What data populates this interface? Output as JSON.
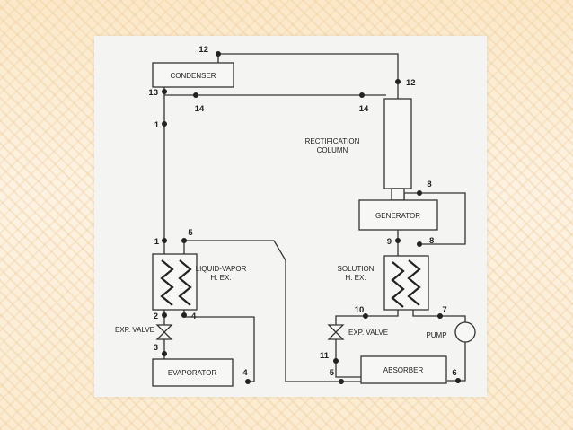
{
  "components": {
    "condenser": "CONDENSER",
    "rectification_line1": "RECTIFICATION",
    "rectification_line2": "COLUMN",
    "generator": "GENERATOR",
    "liquid_vapor_line1": "LIQUID-VAPOR",
    "liquid_vapor_line2": "H. EX.",
    "solution_line1": "SOLUTION",
    "solution_line2": "H. EX.",
    "exp_valve_left": "EXP. VALVE",
    "exp_valve_right": "EXP. VALVE",
    "pump": "PUMP",
    "evaporator": "EVAPORATOR",
    "absorber": "ABSORBER"
  },
  "state_points": {
    "p12_top": "12",
    "p12_right": "12",
    "p13": "13",
    "p14_left": "14",
    "p14_right": "14",
    "p1_upper": "1",
    "p1_lower": "1",
    "p5_top": "5",
    "p8_upper": "8",
    "p8_lower": "8",
    "p9": "9",
    "p2": "2",
    "p4_hex": "4",
    "p3": "3",
    "p4_evap": "4",
    "p10": "10",
    "p7": "7",
    "p11": "11",
    "p5_bottom": "5",
    "p6": "6"
  }
}
